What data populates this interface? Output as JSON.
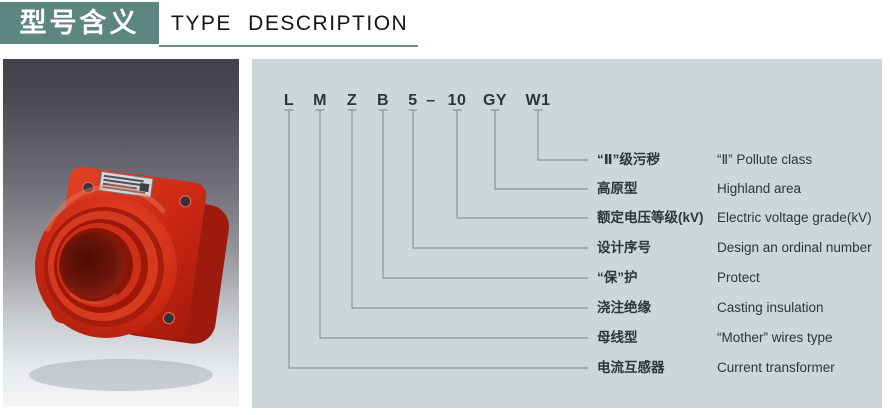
{
  "header": {
    "title_cn": "型号含义",
    "title_en": "TYPE DESCRIPTION"
  },
  "model_code": {
    "tokens": [
      "L",
      "M",
      "Z",
      "B",
      "5",
      "10",
      "GY",
      "W1"
    ],
    "separator": "–"
  },
  "legend_rows": [
    {
      "cn": "“Ⅱ”级污秽",
      "en": "“Ⅱ” Pollute class"
    },
    {
      "cn": "高原型",
      "en": "Highland area"
    },
    {
      "cn": "额定电压等级(kV)",
      "en": "Electric voltage grade(kV)"
    },
    {
      "cn": "设计序号",
      "en": "Design an ordinal number"
    },
    {
      "cn": "“保”护",
      "en": "Protect"
    },
    {
      "cn": "浇注绝缘",
      "en": "Casting insulation"
    },
    {
      "cn": "母线型",
      "en": "“Mother” wires type"
    },
    {
      "cn": "电流互感器",
      "en": "Current transformer"
    }
  ],
  "photo": {
    "subject": "red cast-resin current transformer"
  },
  "colors": {
    "header_teal": "#5d8681",
    "underline_teal": "#6e8e8b",
    "panel_bg": "#ccd7da",
    "diagram_line": "#8b969a",
    "text_dark": "#2e3438",
    "product_red": "#c9240f"
  }
}
